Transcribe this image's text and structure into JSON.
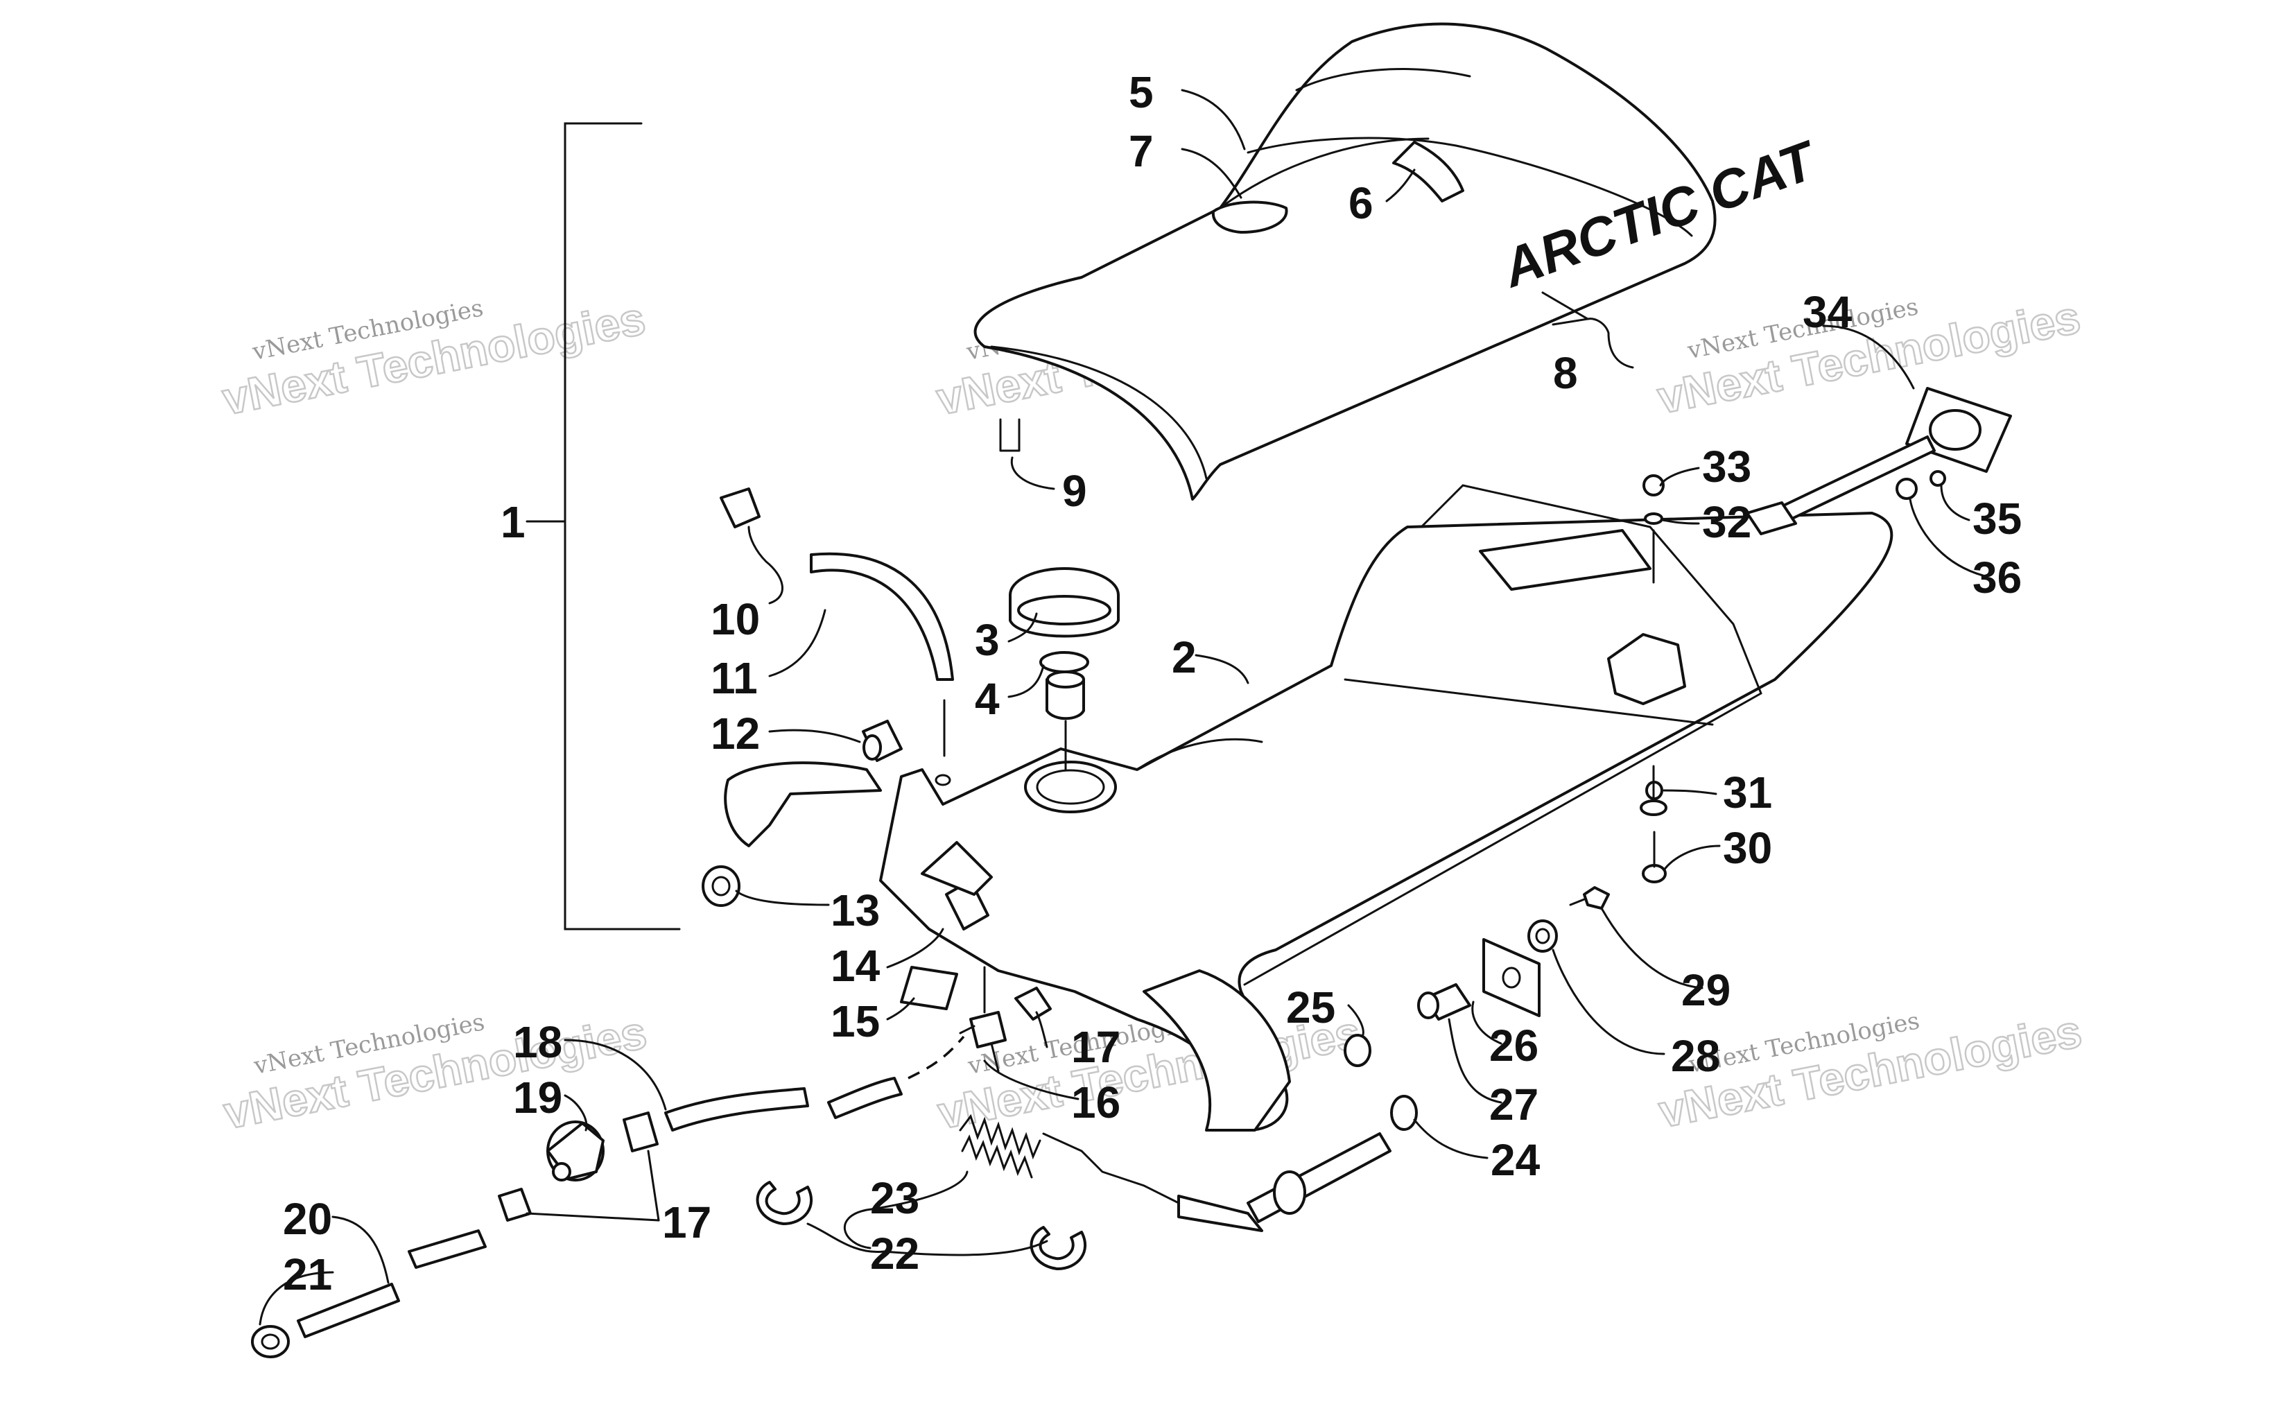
{
  "brand_text": "ARCTIC CAT",
  "watermark": {
    "line1": "vNext Technologies",
    "line2": "vNext Technologies"
  },
  "callouts": [
    "1",
    "2",
    "3",
    "4",
    "5",
    "6",
    "7",
    "8",
    "9",
    "10",
    "11",
    "12",
    "13",
    "14",
    "15",
    "16",
    "17",
    "17",
    "17",
    "18",
    "19",
    "20",
    "21",
    "22",
    "23",
    "24",
    "25",
    "26",
    "27",
    "28",
    "29",
    "30",
    "31",
    "32",
    "33",
    "34",
    "35",
    "36"
  ]
}
